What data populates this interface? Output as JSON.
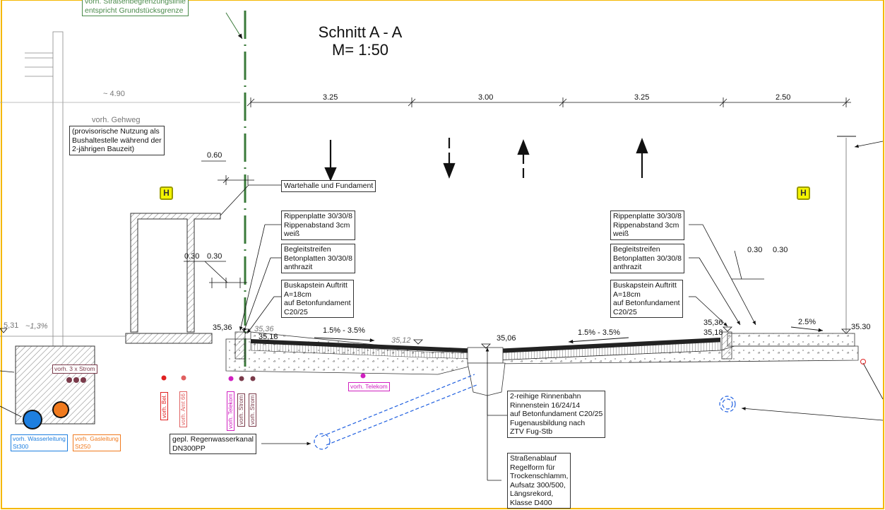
{
  "title": {
    "line1": "Schnitt A - A",
    "line2": "M= 1:50"
  },
  "boundary_note": "vorh. Straßenbegrenzungslinie\nentspricht Grundstücksgrenze",
  "dimensions": {
    "left": "~ 4.90",
    "lanes": [
      "3.25",
      "3.00",
      "3.25",
      "2.50"
    ],
    "shelter_offset": "0.60",
    "strip_left_a": "0.30",
    "strip_left_b": "0.30",
    "strip_right_a": "0.30",
    "strip_right_b": "0.30"
  },
  "sidewalk": {
    "label": "vorh. Gehweg",
    "note": "(provisorische Nutzung als\nBushaltestelle während der\n2-jährigen Bauzeit)"
  },
  "shelter_label": "Wartehalle und Fundament",
  "bus_stop_sign": "H",
  "left_callouts": [
    "Rippenplatte 30/30/8\nRippenabstand 3cm\nweiß",
    "Begleitstreifen\nBetonplatten 30/30/8\nanthrazit",
    "Buskapstein Auftritt\nA=18cm\nauf Betonfundament\nC20/25"
  ],
  "right_callouts": [
    "Rippenplatte 30/30/8\nRippenabstand 3cm\nweiß",
    "Begleitstreifen\nBetonplatten 30/30/8\nanthrazit",
    "Buskapstein Auftritt\nA=18cm\nauf Betonfundament\nC20/25"
  ],
  "elevations": {
    "left_edge": "5,31",
    "left_slope": "~1,3%",
    "curb_top_left": "35,36",
    "curb_top_left_gray": "35,36",
    "curb_bottom_left": "35,18",
    "road_left_gray": "35,12",
    "gutter": "35,06",
    "curb_top_right": "35,36",
    "curb_bottom_right": "35,18",
    "right_sidewalk": "35.30"
  },
  "slopes": {
    "left_lane": "1.5% - 3.5%",
    "right_lane": "1.5% - 3.5%",
    "right_sidewalk": "2.5%"
  },
  "utilities": {
    "strom_bundle": "vorh. 3 x Strom",
    "wasser": "vorh. Wasserleitung\nSt300",
    "gas": "vorh. Gasleitung\nSt250",
    "bel": "vorh. Bel.",
    "amt": "vorh. Amt 66",
    "telekom_v": "vorh. Telekom",
    "strom_v1": "vorh. Strom",
    "strom_v2": "vorh. Strom",
    "telekom_h": "vorh. Telekom"
  },
  "drainage": {
    "channel": "2-reihige Rinnenbahn\nRinnenstein 16/24/14\nauf Betonfundament C20/25\nFugenausbildung nach\nZTV Fug-Stb",
    "sewer": "gepl. Regenwasserkanal\nDN300PP",
    "inlet": "Straßenablauf\nRegelform für\nTrockenschlamm,\nAufsatz 300/500,\nLängsrekord,\nKlasse D400"
  },
  "colors": {
    "frame": "#f5b800",
    "boundary_line": "#3a7a3a",
    "water": "#1e7fe0",
    "gas": "#f07a1e",
    "telekom": "#d020c0",
    "strom": "#7a3a4a",
    "bel": "#e02020",
    "sewer": "#2060e0"
  }
}
